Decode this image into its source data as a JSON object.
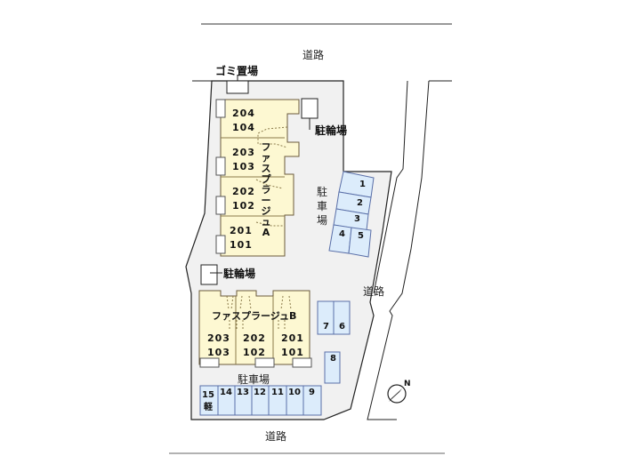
{
  "roads": {
    "top": "道路",
    "right": "道路",
    "bottom": "道路"
  },
  "facilities": {
    "garbage": "ゴミ置場",
    "bike_parking_1": "駐輪場",
    "bike_parking_2": "駐輪場",
    "parking_east": "駐車場",
    "parking_south": "駐車場"
  },
  "buildings": {
    "a": {
      "name": "ファスプラージュA",
      "units": [
        {
          "upper": "204",
          "lower": "104"
        },
        {
          "upper": "203",
          "lower": "103"
        },
        {
          "upper": "202",
          "lower": "102"
        },
        {
          "upper": "201",
          "lower": "101"
        }
      ]
    },
    "b": {
      "name": "ファスプラージュB",
      "units": [
        {
          "upper": "203",
          "lower": "103"
        },
        {
          "upper": "202",
          "lower": "102"
        },
        {
          "upper": "201",
          "lower": "101"
        }
      ]
    }
  },
  "parking_spaces": {
    "east": [
      "1",
      "2",
      "3",
      "4",
      "5"
    ],
    "middle": [
      "7",
      "6",
      "8"
    ],
    "south": [
      "15",
      "14",
      "13",
      "12",
      "11",
      "10",
      "9"
    ],
    "kei_label": "軽"
  },
  "compass": {
    "label": "N"
  },
  "colors": {
    "building_fill": "#fdf8d2",
    "parking_fill": "#dcecfb",
    "parking_stroke": "#5a6fa8",
    "site_fill": "#f1f1f1",
    "line": "#222222"
  }
}
